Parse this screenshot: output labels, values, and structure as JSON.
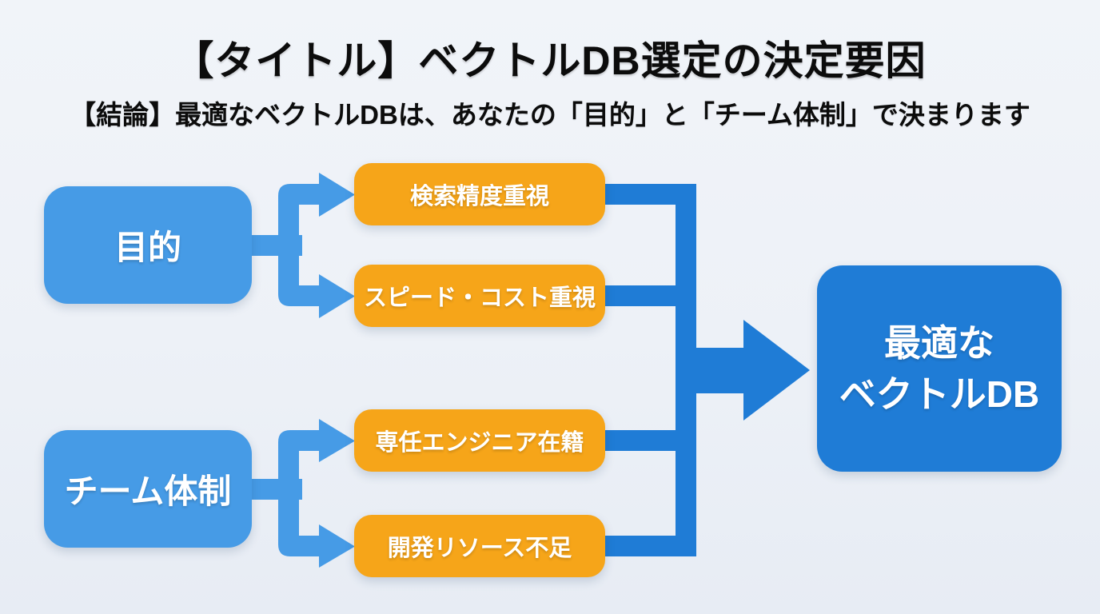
{
  "colors": {
    "background": "#edf1f7",
    "light_blue": "#469BE6",
    "dark_blue": "#1F7CD6",
    "orange": "#F6A519",
    "title_text": "#0C0C0C",
    "box_text": "#FFFFFF"
  },
  "header": {
    "title": "【タイトル】ベクトルDB選定の決定要因",
    "subtitle": "【結論】最適なベクトルDBは、あなたの「目的」と「チーム体制」で決まります"
  },
  "diagram": {
    "factors": [
      {
        "label": "目的"
      },
      {
        "label": "チーム体制"
      }
    ],
    "options": [
      {
        "label": "検索精度重視"
      },
      {
        "label": "スピード・コスト重視"
      },
      {
        "label": "専任エンジニア在籍"
      },
      {
        "label": "開発リソース不足"
      }
    ],
    "result": {
      "line1": "最適な",
      "line2": "ベクトルDB"
    }
  }
}
